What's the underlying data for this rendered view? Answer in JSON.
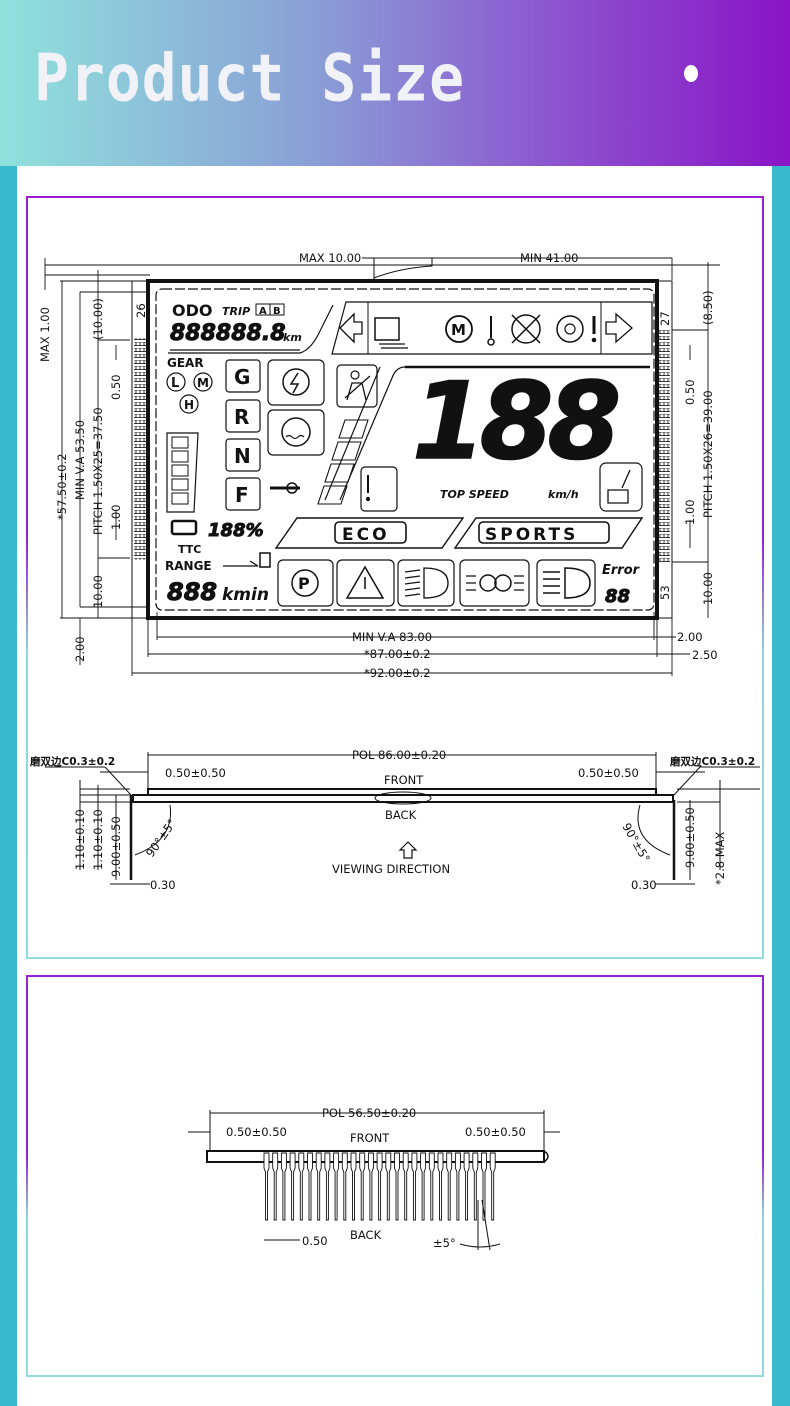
{
  "header": {
    "title": "Product Size"
  },
  "front_view": {
    "dims": {
      "max_10": "MAX 10.00",
      "min_41": "MIN 41.00",
      "max_1": "MAX 1.00",
      "height_total": "*57.50±0.2",
      "min_va_h": "MIN V.A 53.50",
      "pitch_left": "PITCH 1.50X25=37.50",
      "left_top_10": "(10.00)",
      "left_050": "0.50",
      "left_100": "1.00",
      "left_bottom_10": "10.00",
      "left_200": "2.00",
      "pin_26": "26",
      "pin_27": "27",
      "pin_53": "53",
      "right_top_850": "(8.50)",
      "pitch_right": "PITCH 1.50X26=39.00",
      "right_050": "0.50",
      "right_100": "1.00",
      "right_bottom_10": "10.00",
      "min_va_w": "MIN V.A 83.00",
      "w_87": "*87.00±0.2",
      "w_92": "*92.00±0.2",
      "right_200": "2.00",
      "right_250": "2.50"
    },
    "lcd": {
      "odo": "ODO",
      "trip": "TRIP",
      "trip_a": "A",
      "trip_b": "B",
      "odometer": "888888.8",
      "odo_unit": "km",
      "gear": "GEAR",
      "gear_l": "L",
      "gear_m": "M",
      "gear_h": "H",
      "shift_g": "G",
      "shift_r": "R",
      "shift_n": "N",
      "shift_f": "F",
      "battery_pct": "188%",
      "ttc": "TTC",
      "range": "RANGE",
      "range_value": "888",
      "range_unit": "kmin",
      "motor": "M",
      "speed_digits": "188",
      "top_speed": "TOP SPEED",
      "speed_unit": "km/h",
      "eco": "ECO",
      "sports": "SPORTS",
      "parking": "P",
      "error": "Error",
      "error_code": "88"
    }
  },
  "side_view": {
    "chamfer_left": "磨双边C0.3±0.2",
    "chamfer_right": "磨双边C0.3±0.2",
    "pol": "POL 86.00±0.20",
    "offset_left": "0.50±0.50",
    "offset_right": "0.50±0.50",
    "front": "FRONT",
    "back": "BACK",
    "thick_1": "1.10±0.10",
    "thick_2": "1.10±0.10",
    "pin_len_left": "9.00±0.50",
    "pin_len_right": "9.00±0.50",
    "angle_left": "90°±5°",
    "angle_right": "90°±5°",
    "viewing": "VIEWING DIRECTION",
    "pin_w_left": "0.30",
    "pin_w_right": "0.30",
    "max_thick": "*2.8 MAX"
  },
  "end_view": {
    "pol": "POL 56.50±0.20",
    "offset_left": "0.50±0.50",
    "offset_right": "0.50±0.50",
    "front": "FRONT",
    "back": "BACK",
    "pin_pitch": "0.50",
    "angle": "±5°"
  }
}
